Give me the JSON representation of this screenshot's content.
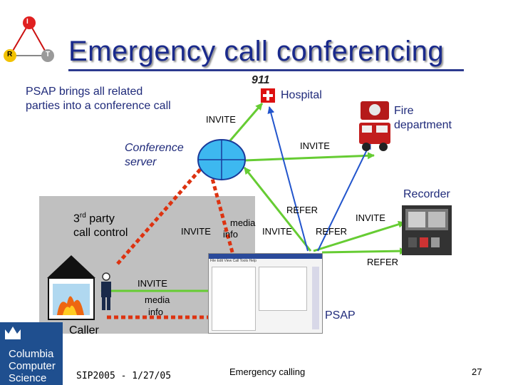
{
  "title": "Emergency call conferencing",
  "logo_triangle": {
    "top": "I",
    "left": "R",
    "right": "T"
  },
  "intro": {
    "line1": "PSAP brings all related",
    "line2": "parties into a conference call"
  },
  "labels": {
    "hospital": "Hospital",
    "fire_line1": "Fire",
    "fire_line2": "department",
    "conference_line1": "Conference",
    "conference_line2": "server",
    "recorder": "Recorder",
    "third_party_line1_a": "3",
    "third_party_line1_sup": "rd",
    "third_party_line1_b": " party",
    "third_party_line2": "call control",
    "caller": "Caller",
    "psap": "PSAP"
  },
  "messages": {
    "invite_hospital": "INVITE",
    "invite_fire": "INVITE",
    "refer_top": "REFER",
    "media_top": "media",
    "invite_left": "INVITE",
    "info_top": "info",
    "invite_center": "INVITE",
    "refer_center": "REFER",
    "invite_recorder": "INVITE",
    "refer_recorder": "REFER",
    "invite_caller": "INVITE",
    "media_bottom": "media",
    "info_bottom": "info"
  },
  "hospital_sign": "911",
  "screen_menu": "File  Edit  View  Call  Tools  Help",
  "university": {
    "line1": "Columbia",
    "line2": "Computer",
    "line3": "Science"
  },
  "footer": {
    "left": "SIP2005 - 1/27/05",
    "center": "Emergency calling",
    "page": "27"
  },
  "colors": {
    "title": "#1a2a8c",
    "invite_line": "#66cc33",
    "refer_line": "#2255cc",
    "media_line": "#dd3311",
    "gray_panel": "#c0c0c0"
  }
}
